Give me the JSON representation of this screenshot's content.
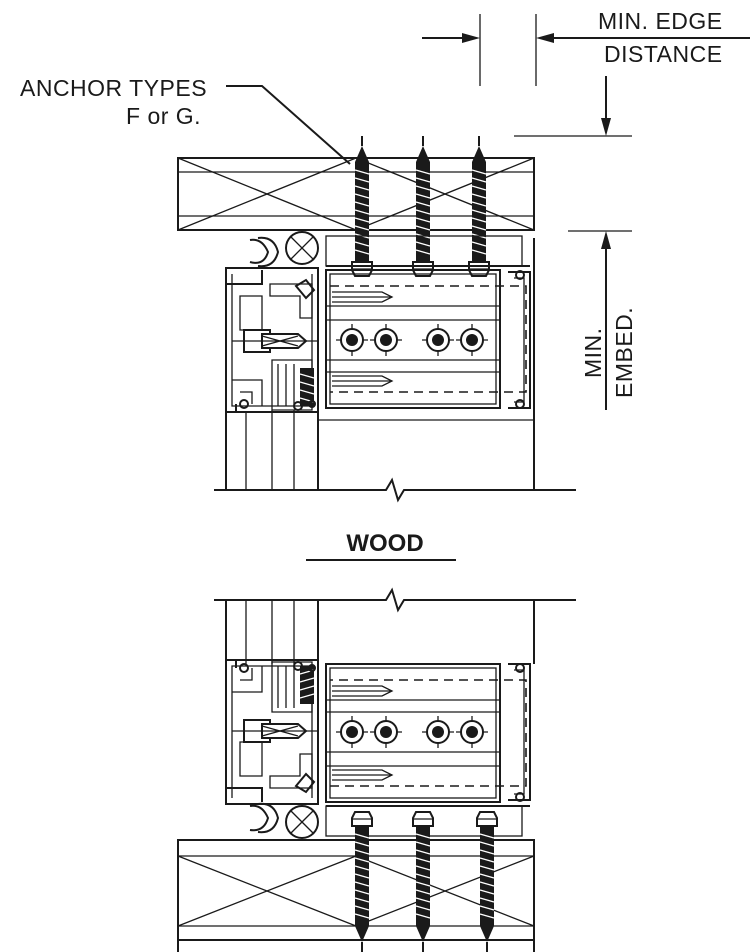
{
  "labels": {
    "anchor_types_line1": "ANCHOR TYPES",
    "anchor_types_line2": "F or G.",
    "min_edge_line1": "MIN. EDGE",
    "min_edge_line2": "DISTANCE",
    "min_embed_line1": "MIN.",
    "min_embed_line2": "EMBED.",
    "section_title": "WOOD"
  }
}
